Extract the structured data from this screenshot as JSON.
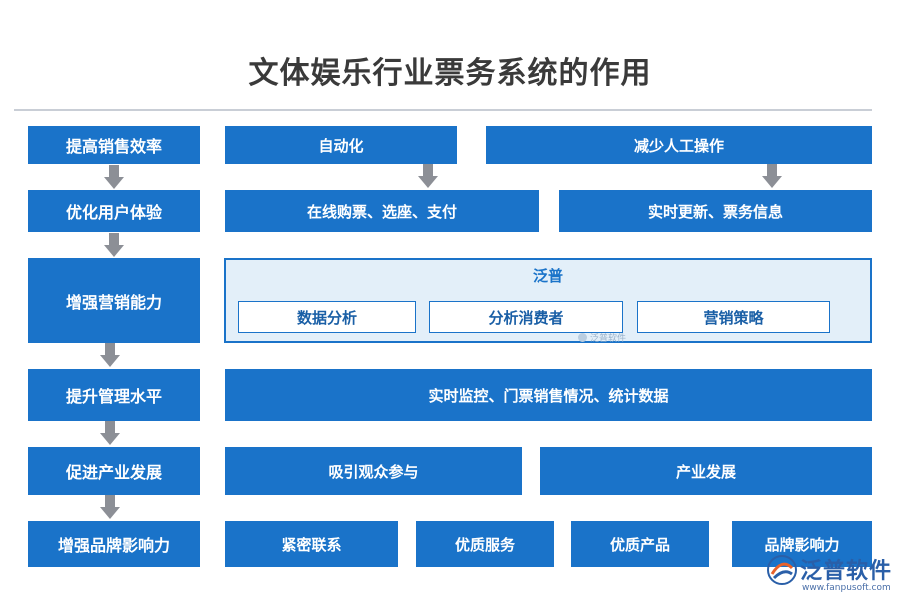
{
  "title": "文体娱乐行业票务系统的作用",
  "left_column": [
    "提高销售效率",
    "优化用户体验",
    "增强营销能力",
    "提升管理水平",
    "促进产业发展",
    "增强品牌影响力"
  ],
  "row1": {
    "items": [
      "自动化",
      "减少人工操作"
    ]
  },
  "row2": {
    "items": [
      "在线购票、选座、支付",
      "实时更新、票务信息"
    ]
  },
  "row3": {
    "panel_title": "泛普",
    "items": [
      "数据分析",
      "分析消费者",
      "营销策略"
    ],
    "watermark": "泛普软件"
  },
  "row4": {
    "items": [
      "实时监控、门票销售情况、统计数据"
    ]
  },
  "row5": {
    "items": [
      "吸引观众参与",
      "产业发展"
    ]
  },
  "row6": {
    "items": [
      "紧密联系",
      "优质服务",
      "优质产品",
      "品牌影响力"
    ]
  },
  "logo": {
    "name": "泛普软件",
    "url": "www.fanpusoft.com"
  },
  "colors": {
    "primary": "#1a73c9",
    "panel_bg": "#e3eff9",
    "arrow": "#8c8f96",
    "title": "#3a3a3a"
  }
}
